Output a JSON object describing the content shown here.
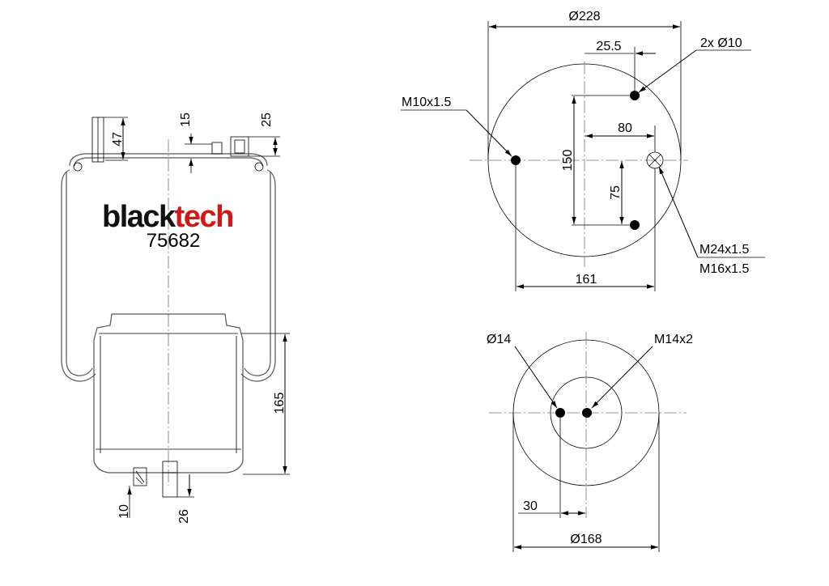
{
  "brand": {
    "name_part1": "black",
    "name_part2": "tech",
    "color_part1": "#111111",
    "color_part2": "#d01818",
    "part_number": "75682"
  },
  "side_view": {
    "dims": {
      "stud_height": "47",
      "stud_offset": "15",
      "fitting_height": "25",
      "piston_height": "165",
      "bottom_stud": "10",
      "bottom_fitting": "26"
    }
  },
  "top_plate": {
    "dims": {
      "diameter": "Ø228",
      "offset": "25.5",
      "holes": "2x Ø10",
      "thread_left": "M10x1.5",
      "spacing_150": "150",
      "spacing_80": "80",
      "spacing_75": "75",
      "thread_right_1": "M24x1.5",
      "thread_right_2": "M16x1.5",
      "width_161": "161"
    }
  },
  "bottom_plate": {
    "dims": {
      "hole_diameter": "Ø14",
      "thread": "M14x2",
      "offset_30": "30",
      "diameter": "Ø168"
    }
  }
}
